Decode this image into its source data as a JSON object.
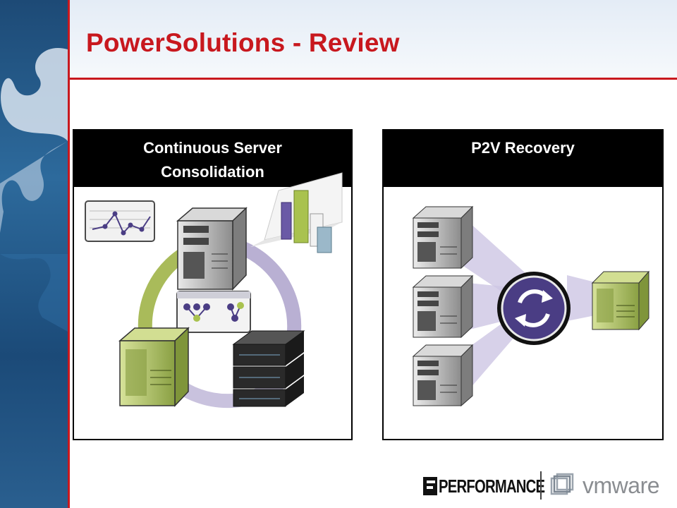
{
  "slide": {
    "title": "PowerSolutions - Review"
  },
  "panels": [
    {
      "heading_line1": "Continuous Server",
      "heading_line2": "Consolidation"
    },
    {
      "heading_line1": "P2V Recovery",
      "heading_line2": ""
    }
  ],
  "logos": {
    "performance": "PERFORMANCE",
    "vmware": "vmware"
  },
  "colors": {
    "title_red": "#c8181e",
    "green_server": "#a9bf55",
    "purple_accent": "#4a3d84",
    "sidebar_blue": "#1d4a76"
  }
}
